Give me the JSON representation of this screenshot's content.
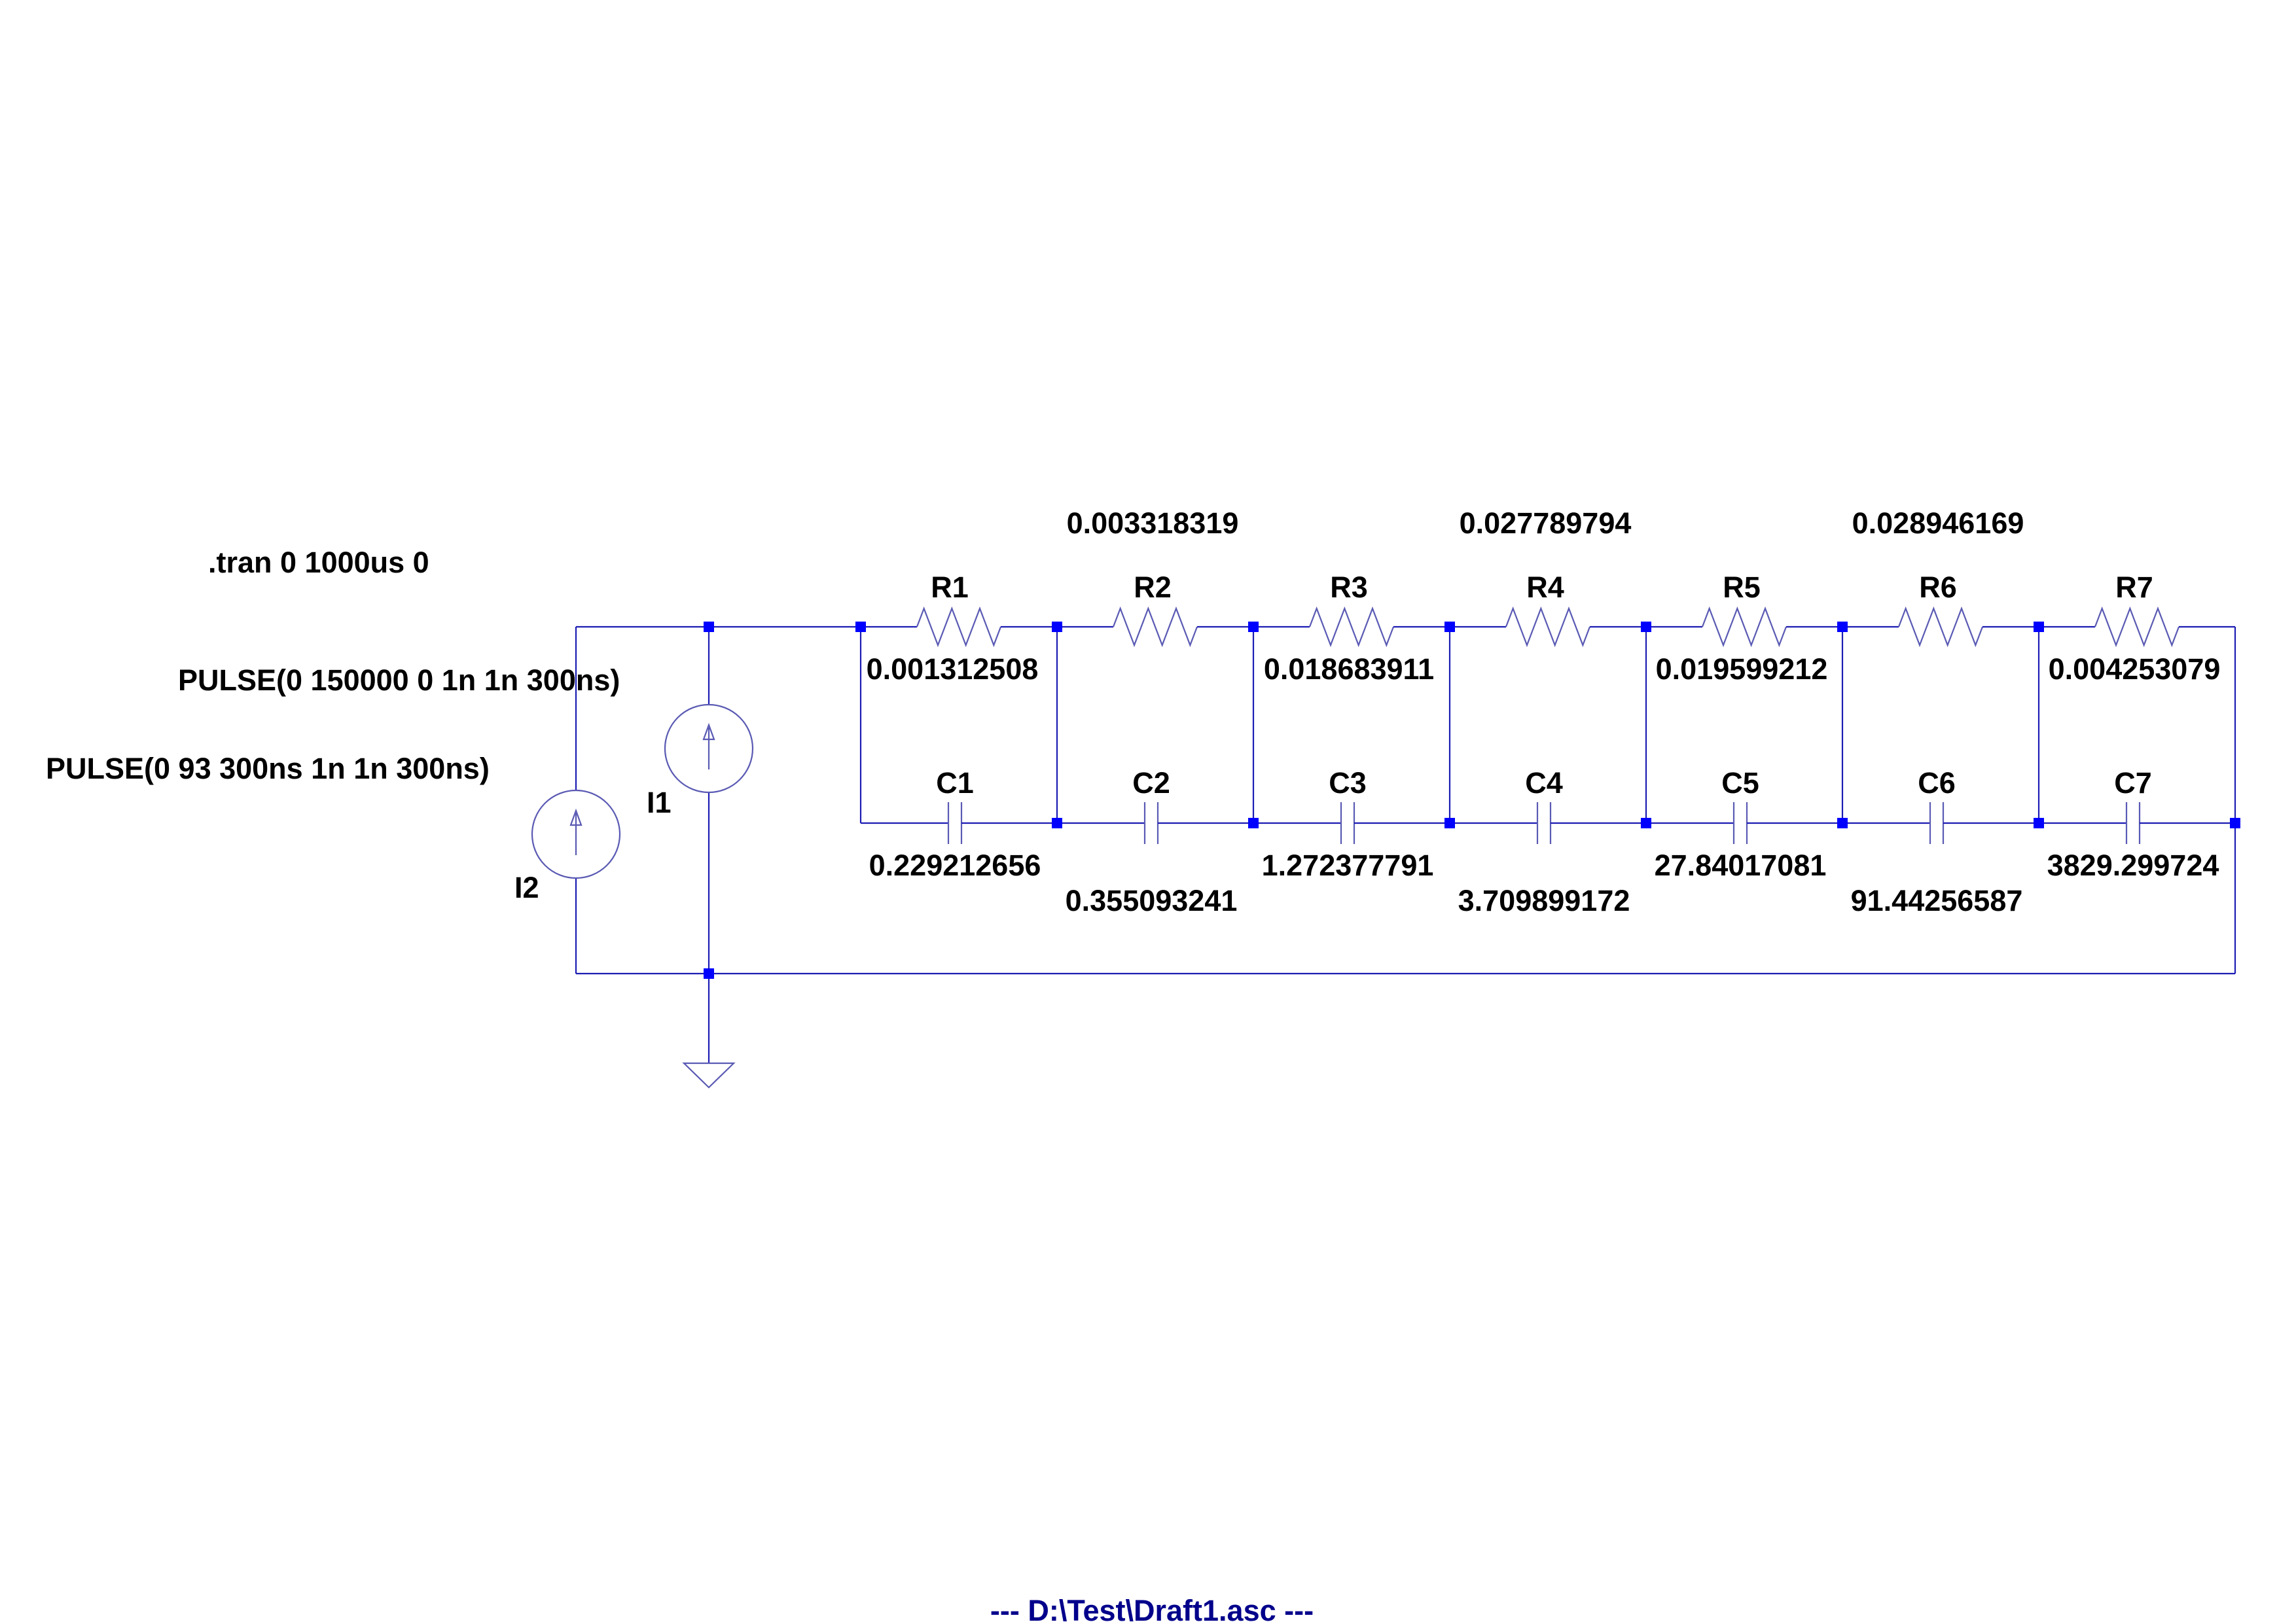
{
  "directive": ".tran 0 1000us 0",
  "sources": [
    {
      "ref": "I1",
      "value": "PULSE(0 150000 0 1n 1n 300ns)"
    },
    {
      "ref": "I2",
      "value": "PULSE(0 93 300ns 1n 1n 300ns)"
    }
  ],
  "resistors": [
    {
      "ref": "R1",
      "value": "0.001312508"
    },
    {
      "ref": "R2",
      "value": "0.003318319"
    },
    {
      "ref": "R3",
      "value": "0.018683911"
    },
    {
      "ref": "R4",
      "value": "0.027789794"
    },
    {
      "ref": "R5",
      "value": "0.019599212"
    },
    {
      "ref": "R6",
      "value": "0.028946169"
    },
    {
      "ref": "R7",
      "value": "0.004253079"
    }
  ],
  "capacitors": [
    {
      "ref": "C1",
      "value": "0.229212656"
    },
    {
      "ref": "C2",
      "value": "0.355093241"
    },
    {
      "ref": "C3",
      "value": "1.272377791"
    },
    {
      "ref": "C4",
      "value": "3.709899172"
    },
    {
      "ref": "C5",
      "value": "27.84017081"
    },
    {
      "ref": "C6",
      "value": "91.44256587"
    },
    {
      "ref": "C7",
      "value": "3829.299724"
    }
  ],
  "footer": "---  D:\\Test\\Draft1.asc  ---",
  "colors": {
    "wire": "#1c1cb4",
    "symbol": "#5a5ab4",
    "node": "#0000ff",
    "label": "#000000",
    "footer": "#00008b"
  }
}
